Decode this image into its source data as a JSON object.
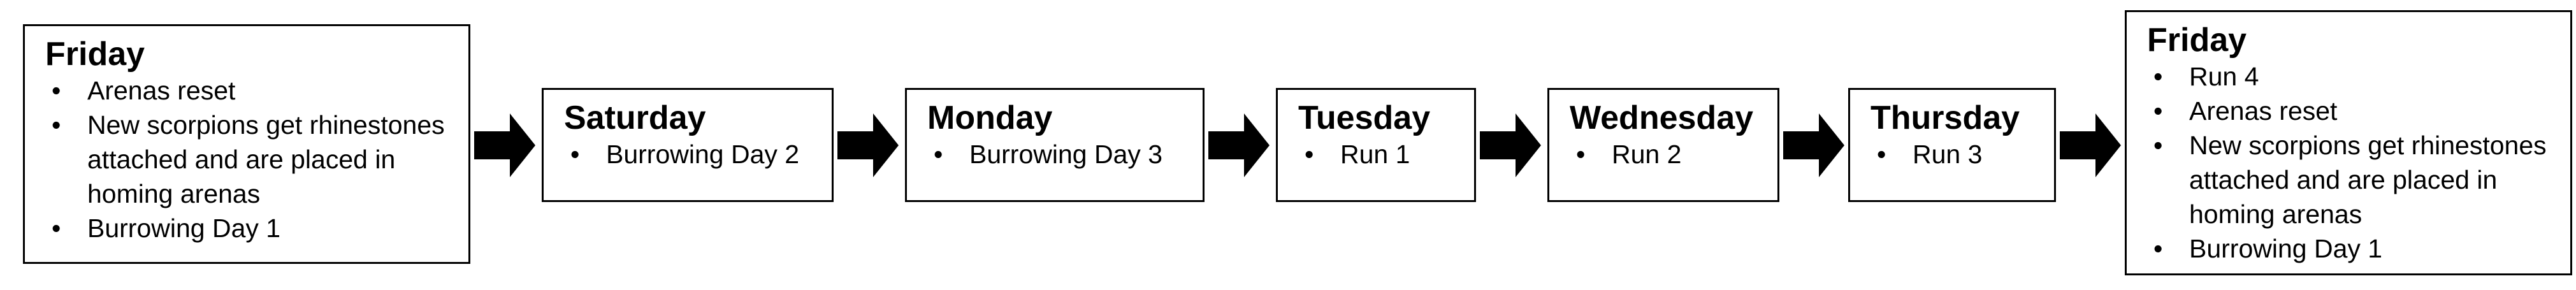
{
  "boxes": [
    {
      "title": "Friday",
      "items": [
        "Arenas reset",
        "New scorpions get rhinestones attached and are placed in homing arenas",
        "Burrowing Day 1"
      ]
    },
    {
      "title": "Saturday",
      "items": [
        "Burrowing Day 2"
      ]
    },
    {
      "title": "Monday",
      "items": [
        "Burrowing Day 3"
      ]
    },
    {
      "title": "Tuesday",
      "items": [
        "Run 1"
      ]
    },
    {
      "title": "Wednesday",
      "items": [
        "Run 2"
      ]
    },
    {
      "title": "Thursday",
      "items": [
        "Run 3"
      ]
    },
    {
      "title": "Friday",
      "items": [
        "Run 4",
        "Arenas reset",
        "New scorpions get rhinestones attached and are placed in homing arenas",
        "Burrowing Day 1"
      ]
    }
  ],
  "colors": {
    "stroke": "#000000",
    "fill": "#ffffff",
    "arrow": "#000000"
  }
}
